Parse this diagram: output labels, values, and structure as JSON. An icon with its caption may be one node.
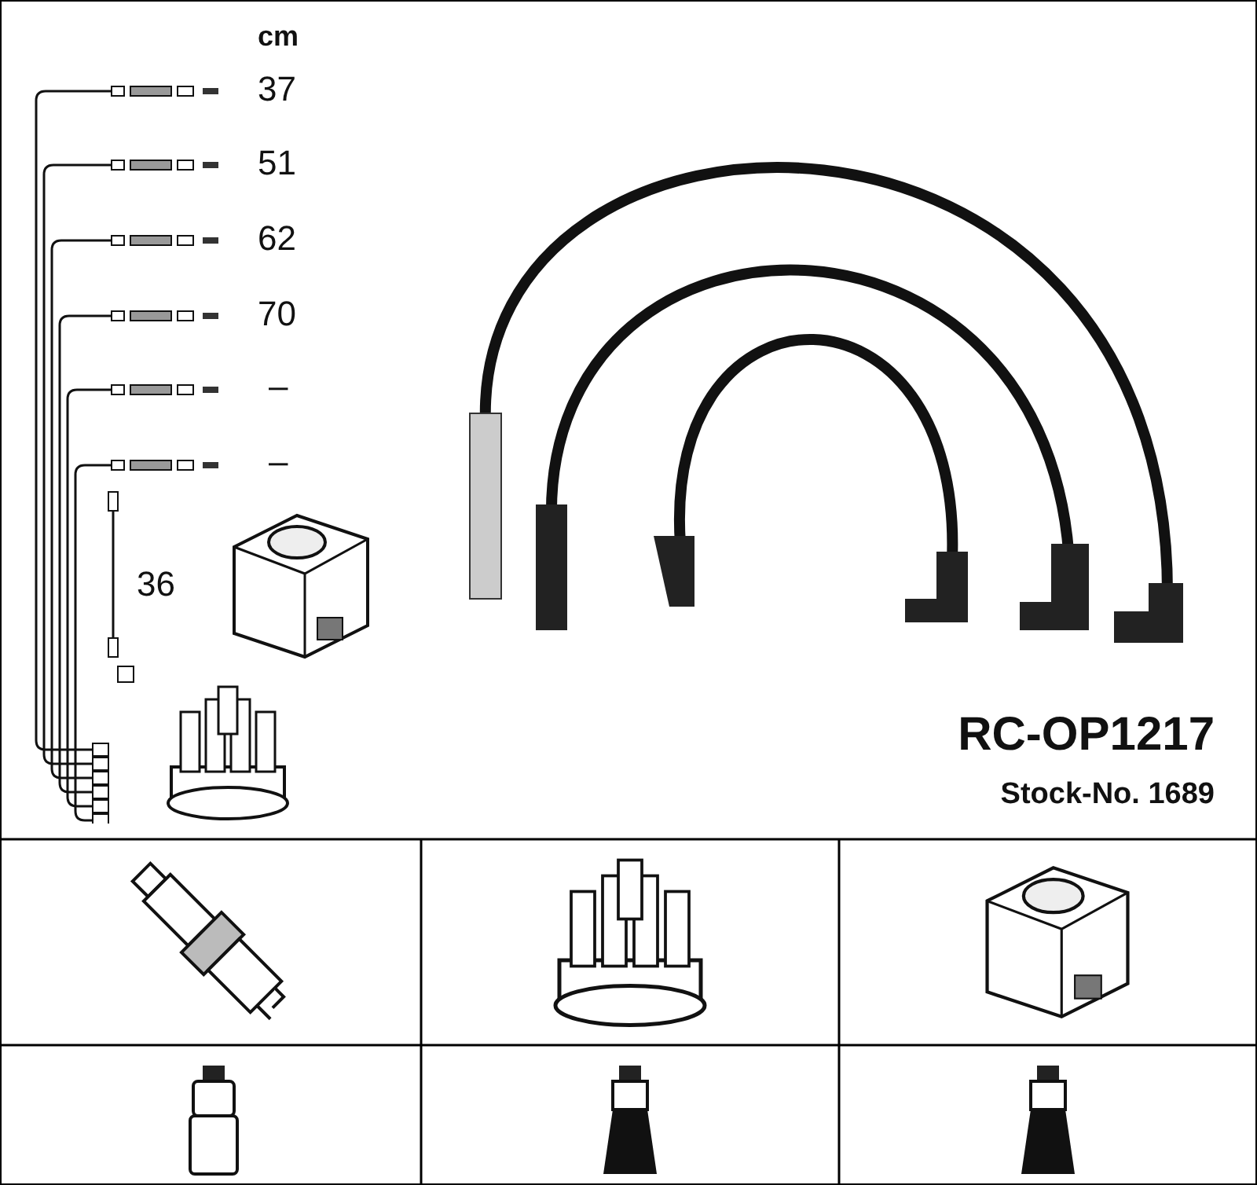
{
  "diagram": {
    "labels": [
      "cm",
      "37",
      "51",
      "62",
      "70",
      "–",
      "–",
      "36",
      "RC-OP1217",
      "Stock-No. 1689"
    ]
  }
}
